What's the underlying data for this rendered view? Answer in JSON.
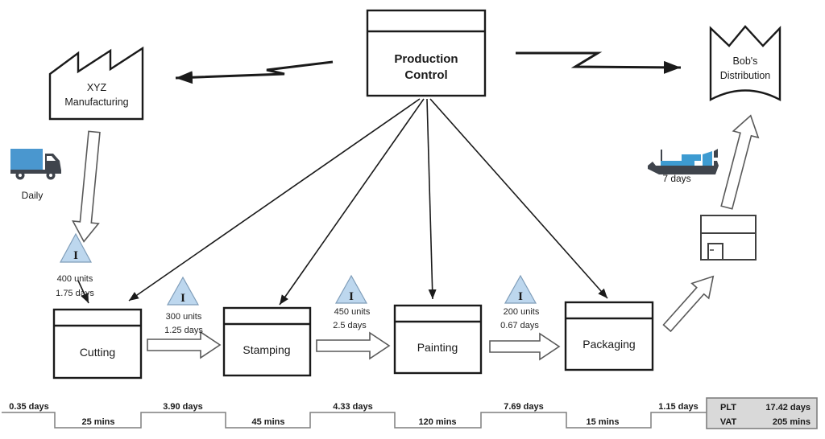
{
  "production_control": {
    "line1": "Production",
    "line2": "Control"
  },
  "supplier": {
    "line1": "XYZ",
    "line2": "Manufacturing"
  },
  "customer": {
    "line1": "Bob's",
    "line2": "Distribution"
  },
  "inbound_shipping": {
    "label": "Daily"
  },
  "outbound_shipping": {
    "label": "7 days"
  },
  "processes": [
    {
      "name": "Cutting"
    },
    {
      "name": "Stamping"
    },
    {
      "name": "Painting"
    },
    {
      "name": "Packaging"
    }
  ],
  "inventories": [
    {
      "symbol": "I",
      "units": "400 units",
      "wait": "1.75 days"
    },
    {
      "symbol": "I",
      "units": "300 units",
      "wait": "1.25 days"
    },
    {
      "symbol": "I",
      "units": "450 units",
      "wait": "2.5 days"
    },
    {
      "symbol": "I",
      "units": "200 units",
      "wait": "0.67 days"
    }
  ],
  "timeline": {
    "lead_times": [
      "0.35 days",
      "3.90 days",
      "4.33 days",
      "7.69 days",
      "1.15 days"
    ],
    "cycle_times": [
      "25 mins",
      "45 mins",
      "120 mins",
      "15 mins"
    ],
    "summary": {
      "plt_label": "PLT",
      "plt_value": "17.42 days",
      "vat_label": "VAT",
      "vat_value": "205 mins"
    }
  },
  "colors": {
    "inventory_fill": "#bdd7ee",
    "truck_blue": "#4a97cf",
    "ship_blue": "#3d9bd1",
    "icon_dark": "#3f444c",
    "timeline_gray": "#7f7f7f",
    "summary_fill": "#d9d9d9"
  }
}
